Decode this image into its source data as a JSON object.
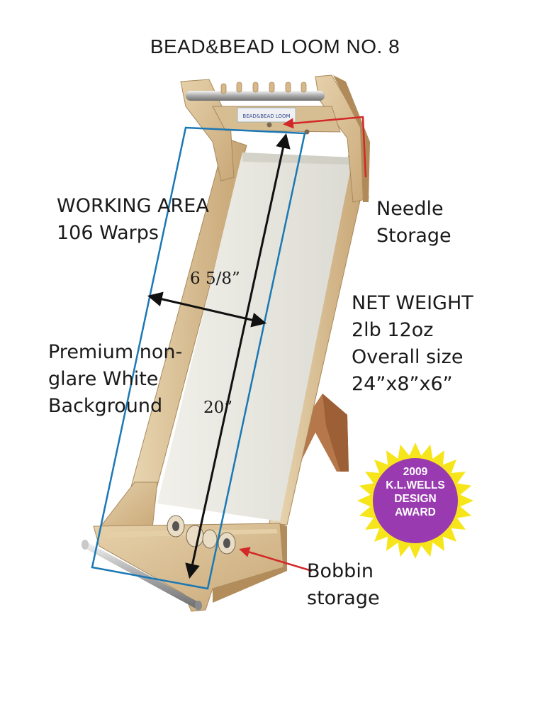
{
  "title": "BEAD&BEAD LOOM NO. 8",
  "working_area": {
    "line1": "WORKING AREA",
    "line2": "106 Warps"
  },
  "width_dimension": "6   5/8”",
  "length_dimension": "20”",
  "background": {
    "line1": "Premium non-",
    "line2": "glare White",
    "line3": "Background"
  },
  "needle_storage": {
    "line1": "Needle",
    "line2": "Storage"
  },
  "net_weight": {
    "line1": "NET WEIGHT",
    "line2": "2lb 12oz",
    "line3": "Overall size",
    "line4": "24”x8”x6”"
  },
  "bobbin_storage": {
    "line1": "Bobbin",
    "line2": "storage"
  },
  "award": {
    "year": "2009",
    "name": "K.L.WELLS",
    "line3": "DESIGN",
    "line4": "AWARD"
  },
  "label_plate_text": "BEAD&BEAD LOOM",
  "colors": {
    "wood": "#dcc39a",
    "wood_dark": "#b89868",
    "panel": "#ecebe4",
    "outline": "#1b78b4",
    "arrow": "#d32828",
    "starburst": "#f7e51c",
    "award_disc": "#9a3ab0"
  }
}
